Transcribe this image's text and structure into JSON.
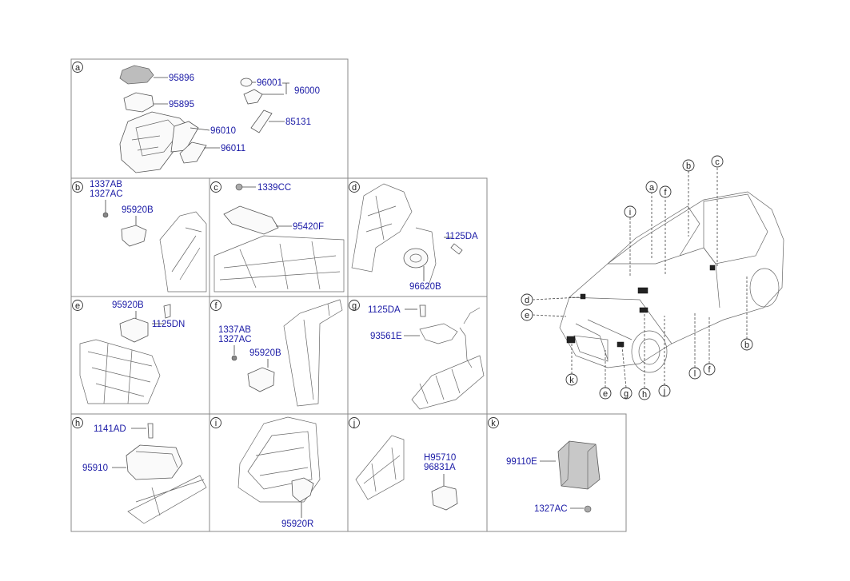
{
  "panels": {
    "a": {
      "letter": "a",
      "labels": [
        "95896",
        "95895",
        "96010",
        "96011",
        "96001",
        "96000",
        "85131"
      ]
    },
    "b": {
      "letter": "b",
      "labels": [
        "1337AB",
        "1327AC",
        "95920B"
      ]
    },
    "c": {
      "letter": "c",
      "labels": [
        "1339CC",
        "95420F"
      ]
    },
    "d": {
      "letter": "d",
      "labels": [
        "1125DA",
        "96620B"
      ]
    },
    "e": {
      "letter": "e",
      "labels": [
        "95920B",
        "1125DN"
      ]
    },
    "f": {
      "letter": "f",
      "labels": [
        "1337AB",
        "1327AC",
        "95920B"
      ]
    },
    "g": {
      "letter": "g",
      "labels": [
        "1125DA",
        "93561E"
      ]
    },
    "h": {
      "letter": "h",
      "labels": [
        "1141AD",
        "95910"
      ]
    },
    "i": {
      "letter": "i",
      "labels": [
        "95920R"
      ]
    },
    "j": {
      "letter": "j",
      "labels": [
        "H95710",
        "96831A"
      ]
    },
    "k": {
      "letter": "k",
      "labels": [
        "99110E",
        "1327AC"
      ]
    }
  },
  "vehicle_callouts": [
    "a",
    "b",
    "c",
    "d",
    "e",
    "f",
    "g",
    "h",
    "i",
    "j",
    "k",
    "l",
    "e",
    "f",
    "b"
  ],
  "colors": {
    "label": "#1a1aa6",
    "frame": "#888888",
    "line": "#444444"
  }
}
